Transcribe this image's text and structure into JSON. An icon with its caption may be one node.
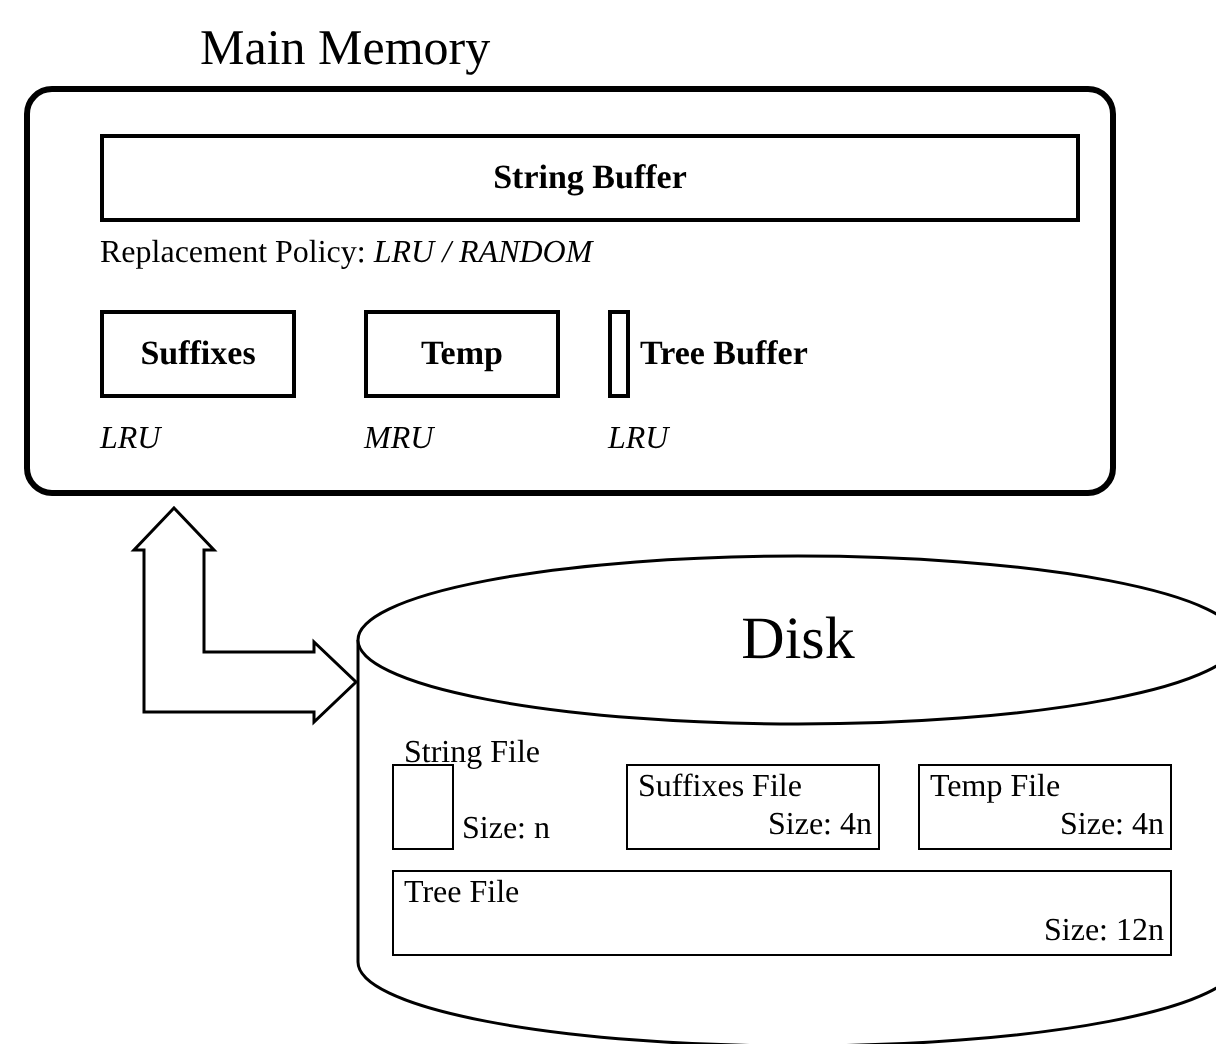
{
  "diagram": {
    "nodes": [
      {
        "text": [
          "Main Memory"
        ]
      },
      {
        "text": [
          "String Buffer"
        ],
        "in": 0
      },
      {
        "text": [
          "Suffixes"
        ],
        "in": 0,
        "beside": [
          "LRU"
        ]
      },
      {
        "text": [
          "Temp"
        ],
        "in": 0,
        "beside": [
          "MRU"
        ]
      },
      {
        "text": [
          "Tree Buffer"
        ],
        "in": 0,
        "beside": [
          "LRU"
        ]
      },
      {
        "text": [
          "Disk"
        ]
      },
      {
        "text": [
          "String File",
          "Size: n"
        ],
        "in": 5
      },
      {
        "text": [
          "Suffixes File",
          "Size: 4n"
        ],
        "in": 5
      },
      {
        "text": [
          "Temp File",
          "Size: 4n"
        ],
        "in": 5
      },
      {
        "text": [
          "Tree File",
          "Size: 12n"
        ],
        "in": 5
      }
    ],
    "edges": [
      {
        "from": 0,
        "to": 5,
        "arrow": "both"
      }
    ],
    "labels": [
      "Replacement Policy:  *LRU / RANDOM*"
    ]
  }
}
